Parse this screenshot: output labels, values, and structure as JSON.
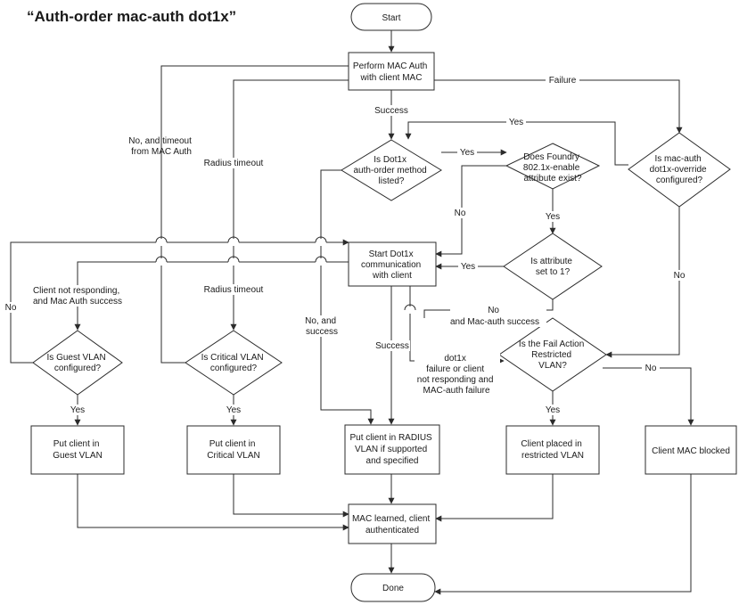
{
  "title": "“Auth-order mac-auth dot1x”",
  "nodes": {
    "start": [
      "Start"
    ],
    "perform_mac_auth": [
      "Perform MAC Auth",
      "with client MAC"
    ],
    "is_dot1x_listed": [
      "Is Dot1x",
      "auth-order method",
      "listed?"
    ],
    "does_foundry": [
      "Does Foundry",
      "802.1x-enable",
      "attribute exist?"
    ],
    "is_override": [
      "Is mac-auth",
      "dot1x-override",
      "configured?"
    ],
    "start_dot1x": [
      "Start Dot1x",
      "communication",
      "with client"
    ],
    "is_attr_set": [
      "Is attribute",
      "set to 1?"
    ],
    "is_guest_vlan": [
      "Is Guest VLAN",
      "configured?"
    ],
    "is_critical_vlan": [
      "Is Critical VLAN",
      "configured?"
    ],
    "is_fail_action": [
      "Is the Fail Action",
      "Restricted",
      "VLAN?"
    ],
    "put_guest": [
      "Put client in",
      "Guest VLAN"
    ],
    "put_critical": [
      "Put client in",
      "Critical VLAN"
    ],
    "put_radius": [
      "Put client in RADIUS",
      "VLAN if supported",
      "and specified"
    ],
    "restricted": [
      "Client placed in",
      "restricted VLAN"
    ],
    "mac_blocked": [
      "Client MAC blocked"
    ],
    "mac_learned": [
      "MAC learned, client",
      "authenticated"
    ],
    "done": [
      "Done"
    ]
  },
  "labels": {
    "failure": [
      "Failure"
    ],
    "success_1": [
      "Success"
    ],
    "yes_top": [
      "Yes"
    ],
    "yes_foundry": [
      "Yes"
    ],
    "no_timeout_mac": [
      "No, and timeout",
      "from MAC Auth"
    ],
    "radius_timeout_1": [
      "Radius timeout"
    ],
    "no_foundry": [
      "No"
    ],
    "yes_down_foundry": [
      "Yes"
    ],
    "yes_attr": [
      "Yes"
    ],
    "no_override": [
      "No"
    ],
    "no_left": [
      "No"
    ],
    "client_not_responding": [
      "Client not responding,",
      "and Mac Auth success"
    ],
    "radius_timeout_2": [
      "Radius timeout"
    ],
    "no_and_success": [
      "No, and",
      "success"
    ],
    "no_mac_auth_success": [
      "No",
      "and Mac-auth success"
    ],
    "success_2": [
      "Success"
    ],
    "dot1x_failure": [
      "dot1x",
      "failure or client",
      "not responding and",
      "MAC-auth failure"
    ],
    "yes_guest": [
      "Yes"
    ],
    "yes_critical": [
      "Yes"
    ],
    "yes_fail": [
      "Yes"
    ],
    "no_fail": [
      "No"
    ]
  }
}
